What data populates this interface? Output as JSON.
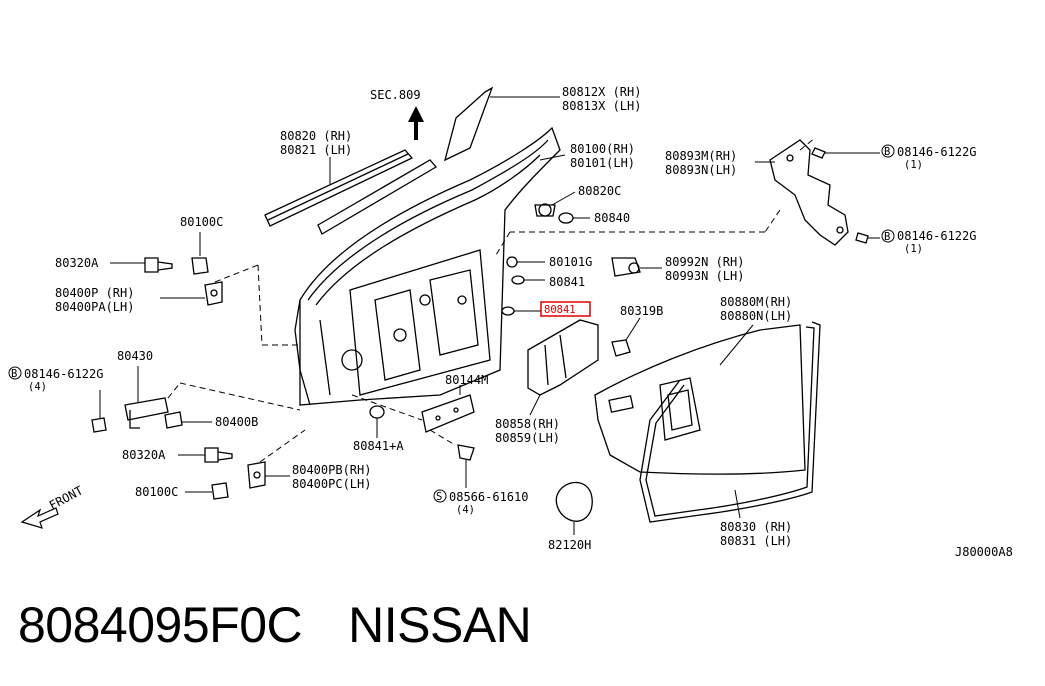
{
  "diagram": {
    "section_ref": "SEC.809",
    "front_label": "FRONT",
    "diagram_code": "J80000A8",
    "highlight_color": "#e00000",
    "labels": [
      {
        "id": "80812",
        "lines": [
          "80812X (RH)",
          "80813X (LH)"
        ]
      },
      {
        "id": "80820",
        "lines": [
          "80820 (RH)",
          "80821 (LH)"
        ]
      },
      {
        "id": "80100",
        "lines": [
          "80100(RH)",
          "80101(LH)"
        ]
      },
      {
        "id": "80820C",
        "lines": [
          "80820C"
        ]
      },
      {
        "id": "80840",
        "lines": [
          "80840"
        ]
      },
      {
        "id": "80893",
        "lines": [
          "80893M(RH)",
          "80893N(LH)"
        ]
      },
      {
        "id": "bolt-top",
        "lines": [
          "08146-6122G",
          "(1)"
        ]
      },
      {
        "id": "bolt-mid",
        "lines": [
          "08146-6122G",
          "(1)"
        ]
      },
      {
        "id": "80100C-top",
        "lines": [
          "80100C"
        ]
      },
      {
        "id": "80320A-top",
        "lines": [
          "80320A"
        ]
      },
      {
        "id": "80400P",
        "lines": [
          "80400P (RH)",
          "80400PA(LH)"
        ]
      },
      {
        "id": "80101G",
        "lines": [
          "80101G"
        ]
      },
      {
        "id": "80841",
        "lines": [
          "80841"
        ]
      },
      {
        "id": "80992",
        "lines": [
          "80992N (RH)",
          "80993N (LH)"
        ]
      },
      {
        "id": "80841-hl",
        "lines": [
          "80841"
        ]
      },
      {
        "id": "80319B",
        "lines": [
          "80319B"
        ]
      },
      {
        "id": "80880",
        "lines": [
          "80880M(RH)",
          "80880N(LH)"
        ]
      },
      {
        "id": "80430",
        "lines": [
          "80430"
        ]
      },
      {
        "id": "bolt-left",
        "lines": [
          "08146-6122G",
          "(4)"
        ]
      },
      {
        "id": "80144M",
        "lines": [
          "80144M"
        ]
      },
      {
        "id": "80400B",
        "lines": [
          "80400B"
        ]
      },
      {
        "id": "80858",
        "lines": [
          "80858(RH)",
          "80859(LH)"
        ]
      },
      {
        "id": "80841A",
        "lines": [
          "80841+A"
        ]
      },
      {
        "id": "80320A-bot",
        "lines": [
          "80320A"
        ]
      },
      {
        "id": "80400PB",
        "lines": [
          "80400PB(RH)",
          "80400PC(LH)"
        ]
      },
      {
        "id": "80100C-bot",
        "lines": [
          "80100C"
        ]
      },
      {
        "id": "screw",
        "lines": [
          "08566-61610",
          "(4)"
        ]
      },
      {
        "id": "82120H",
        "lines": [
          "82120H"
        ]
      },
      {
        "id": "80830",
        "lines": [
          "80830 (RH)",
          "80831 (LH)"
        ]
      }
    ],
    "bolt_symbol": "B",
    "screw_symbol": "S"
  },
  "footer": {
    "part_number": "8084095F0C",
    "brand": "NISSAN"
  }
}
